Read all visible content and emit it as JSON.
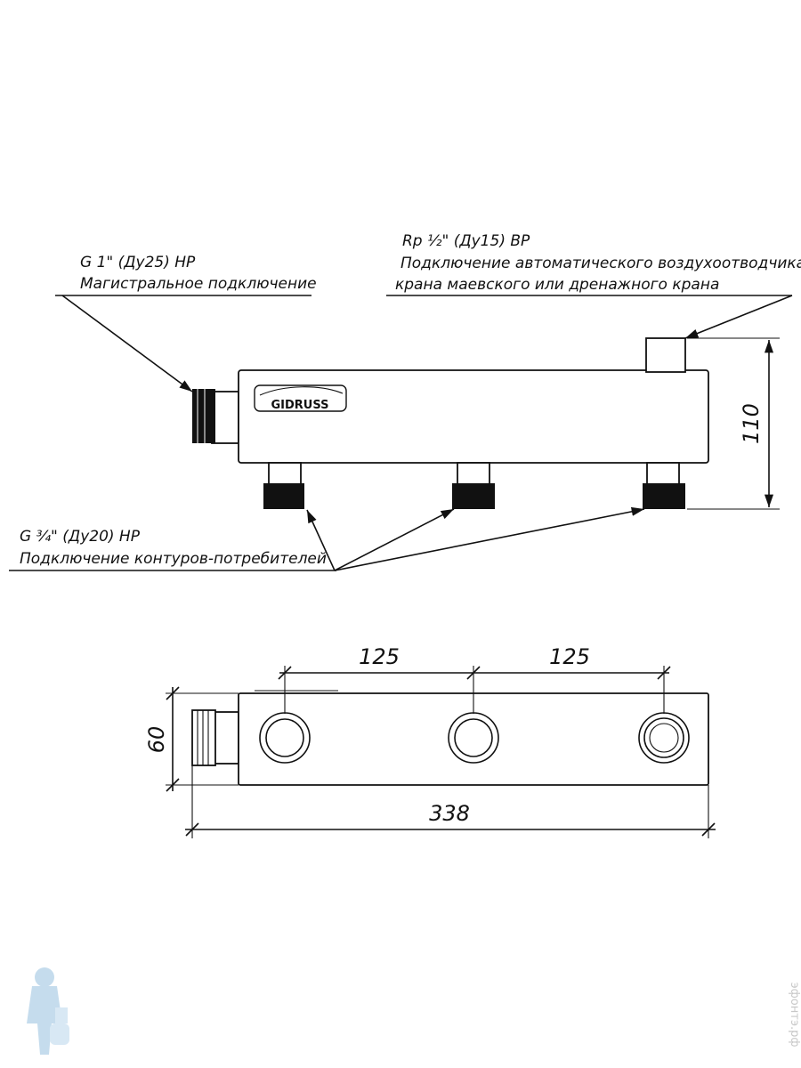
{
  "labels": {
    "main_connection": {
      "spec": "G 1\" (Ду25) НР",
      "desc": "Магистральное подключение"
    },
    "air_vent": {
      "spec": "Rp ½\" (Ду15) ВР",
      "desc_line1": "Подключение автоматического воздухоотводчика,",
      "desc_line2": "крана маевского или дренажного крана"
    },
    "consumer_circuits": {
      "spec": "G ¾\" (Ду20) НР",
      "desc": "Подключение контуров-потребителей"
    }
  },
  "logo": {
    "text": "GIDRUSS"
  },
  "dimensions": {
    "height": "110",
    "width": "60",
    "spacing_1": "125",
    "spacing_2": "125",
    "length": "338"
  },
  "watermark": {
    "text": "эфонтэ.рф"
  }
}
